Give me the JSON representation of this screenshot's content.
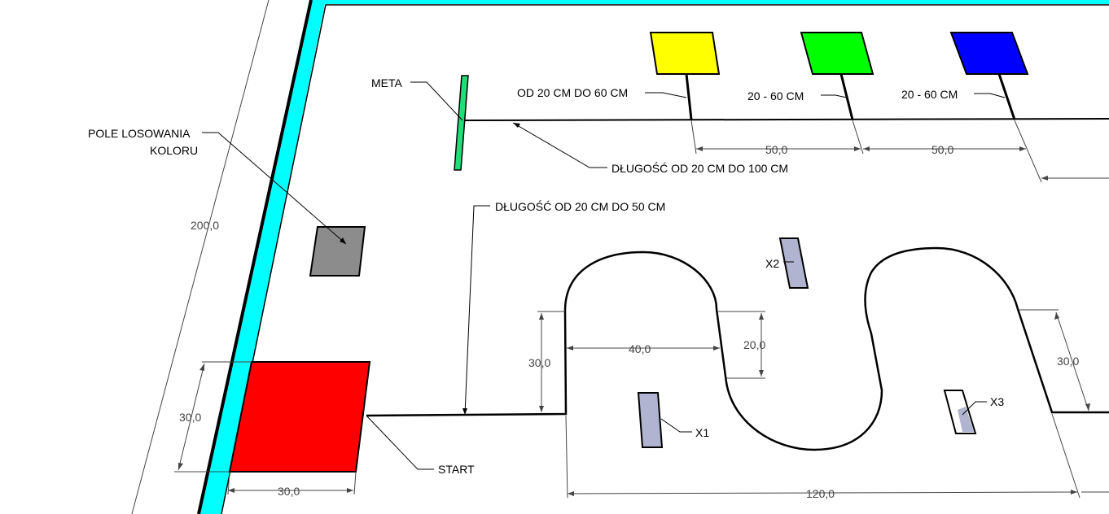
{
  "labels": {
    "meta": "META",
    "pole_line1": "POLE LOSOWANIA",
    "pole_line2": "KOLORU",
    "post_yellow": "OD 20 CM DO 60 CM",
    "post_green": "20 - 60 CM",
    "post_blue": "20 - 60 CM",
    "length_100": "DŁUGOŚĆ OD 20 CM DO 100 CM",
    "length_50": "DŁUGOŚĆ OD 20 CM DO 50 CM",
    "start": "START",
    "x1": "X1",
    "x2": "X2",
    "x3": "X3"
  },
  "dimensions": {
    "board_length": "200,0",
    "start_height": "30,0",
    "start_width": "30,0",
    "gap_yellow_green": "50,0",
    "gap_green_blue": "50,0",
    "curve_height_left": "30,0",
    "curve_width": "40,0",
    "curve_drop": "20,0",
    "curve_height_right": "30,0",
    "curve_total": "120,0"
  },
  "colors": {
    "board_edge": "#00ffff",
    "start_pad": "#ff0000",
    "color_field": "#8c8c8c",
    "finish_bar": "#22dd77",
    "square_yellow": "#ffff00",
    "square_green": "#00ff00",
    "square_blue": "#0000ff",
    "obstacle": "#b0b4d0"
  }
}
